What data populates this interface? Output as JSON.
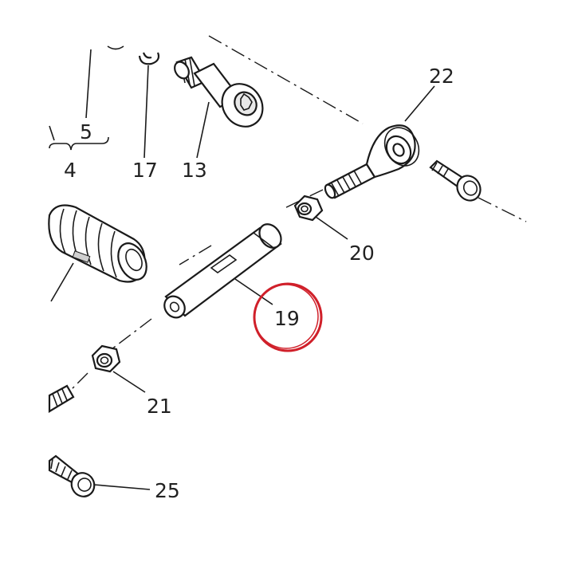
{
  "callouts": {
    "c4": "4",
    "c5": "5",
    "c13": "13",
    "c17": "17",
    "c19": "19",
    "c20": "20",
    "c21": "21",
    "c22": "22",
    "c25": "25"
  },
  "highlight": {
    "target": "19",
    "color": "#d0202a"
  },
  "colors": {
    "line": "#1a1a1a",
    "part_fill": "#ffffff",
    "shade": "#cfcfcf",
    "text": "#222222"
  }
}
